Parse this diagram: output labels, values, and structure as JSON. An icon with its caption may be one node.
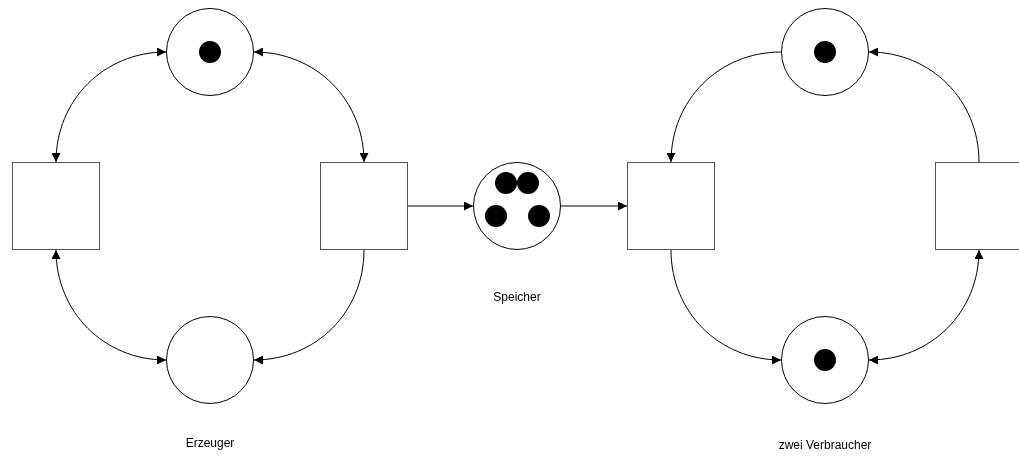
{
  "diagram": {
    "nodes": [
      {
        "text": [],
        "shape": "circle"
      },
      {
        "text": [],
        "shape": "box"
      },
      {
        "text": [],
        "shape": "box"
      },
      {
        "text": [],
        "shape": "circle"
      },
      {
        "text": [],
        "shape": "circle"
      },
      {
        "text": [],
        "shape": "box"
      },
      {
        "text": [],
        "shape": "circle"
      },
      {
        "text": [],
        "shape": "circle"
      },
      {
        "text": [],
        "shape": "box"
      }
    ],
    "edges": [
      {
        "from": 0,
        "to": 1,
        "arrow": "both"
      },
      {
        "from": 0,
        "to": 2,
        "arrow": "both"
      },
      {
        "from": 3,
        "to": 1,
        "arrow": "both"
      },
      {
        "from": 2,
        "to": 3,
        "arrow": "to"
      },
      {
        "from": 2,
        "to": 4,
        "arrow": "to"
      },
      {
        "from": 4,
        "to": 5,
        "arrow": "to"
      },
      {
        "from": 6,
        "to": 5,
        "arrow": "to"
      },
      {
        "from": 8,
        "to": 6,
        "arrow": "to"
      },
      {
        "from": 5,
        "to": 7,
        "arrow": "to"
      },
      {
        "from": 7,
        "to": 8,
        "arrow": "both"
      }
    ],
    "labels": [
      "Speicher",
      "Erzeuger",
      "zwei Verbraucher"
    ]
  }
}
